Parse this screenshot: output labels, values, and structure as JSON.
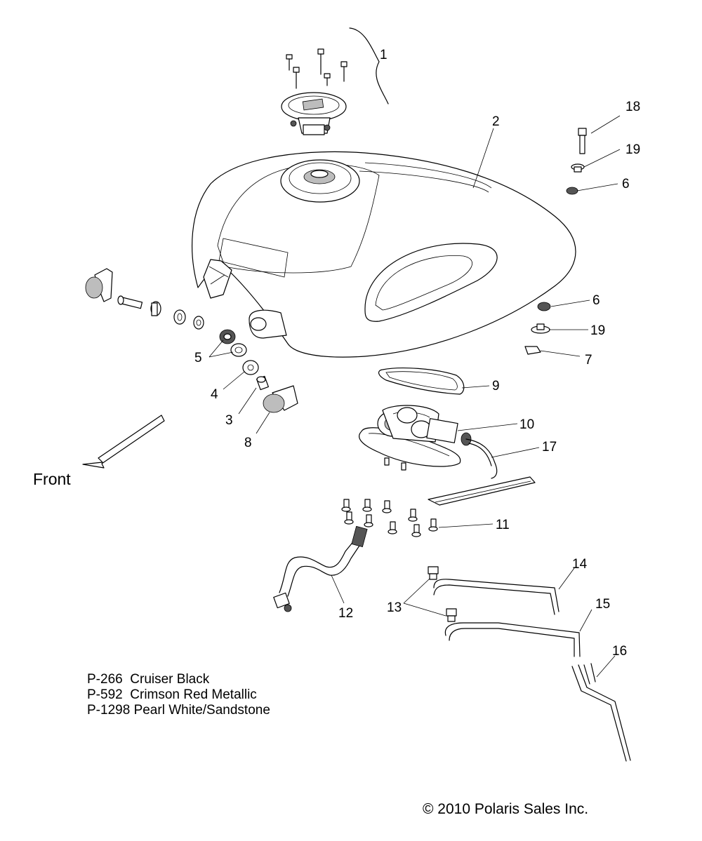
{
  "callouts": {
    "c1": "1",
    "c2": "2",
    "c3": "3",
    "c4": "4",
    "c5": "5",
    "c6a": "6",
    "c6b": "6",
    "c7": "7",
    "c8": "8",
    "c9": "9",
    "c10": "10",
    "c11": "11",
    "c12": "12",
    "c13": "13",
    "c14": "14",
    "c15": "15",
    "c16": "16",
    "c17": "17",
    "c18": "18",
    "c19a": "19",
    "c19b": "19"
  },
  "direction_label": "Front",
  "color_codes": [
    {
      "code": "P-266",
      "name": "Cruiser Black"
    },
    {
      "code": "P-592",
      "name": "Crimson Red Metallic"
    },
    {
      "code": "P-1298",
      "name": "Pearl White/Sandstone"
    }
  ],
  "copyright": "© 2010 Polaris Sales Inc."
}
